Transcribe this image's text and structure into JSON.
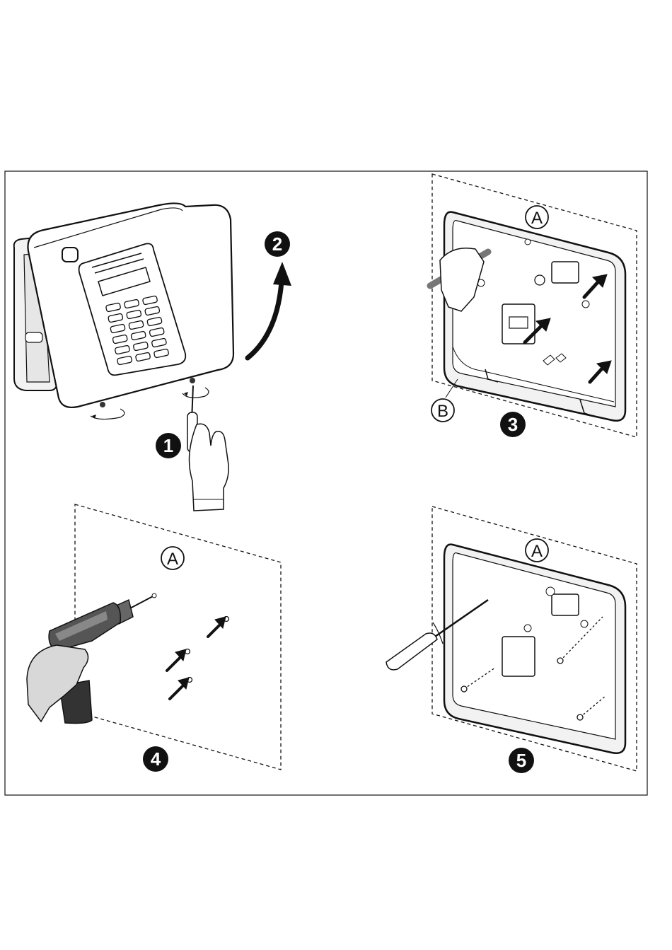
{
  "steps": [
    {
      "number": "1",
      "action": "loosen-screws"
    },
    {
      "number": "2",
      "action": "lift-cover"
    },
    {
      "number": "3",
      "action": "break-out-knockouts"
    },
    {
      "number": "4",
      "action": "drill-holes"
    },
    {
      "number": "5",
      "action": "fasten-screws"
    }
  ],
  "callouts": {
    "a": "A",
    "b": "B"
  },
  "colors": {
    "stroke": "#111111",
    "fill_light": "#f2f2f2",
    "fill_mid": "#d8d8d8",
    "fill_dark": "#333333",
    "badge": "#111111"
  },
  "icons": [
    "control-panel-icon",
    "screwdriver-icon",
    "hand-icon",
    "curved-arrow-icon",
    "drill-icon",
    "back-plate-icon",
    "screw-icon"
  ]
}
